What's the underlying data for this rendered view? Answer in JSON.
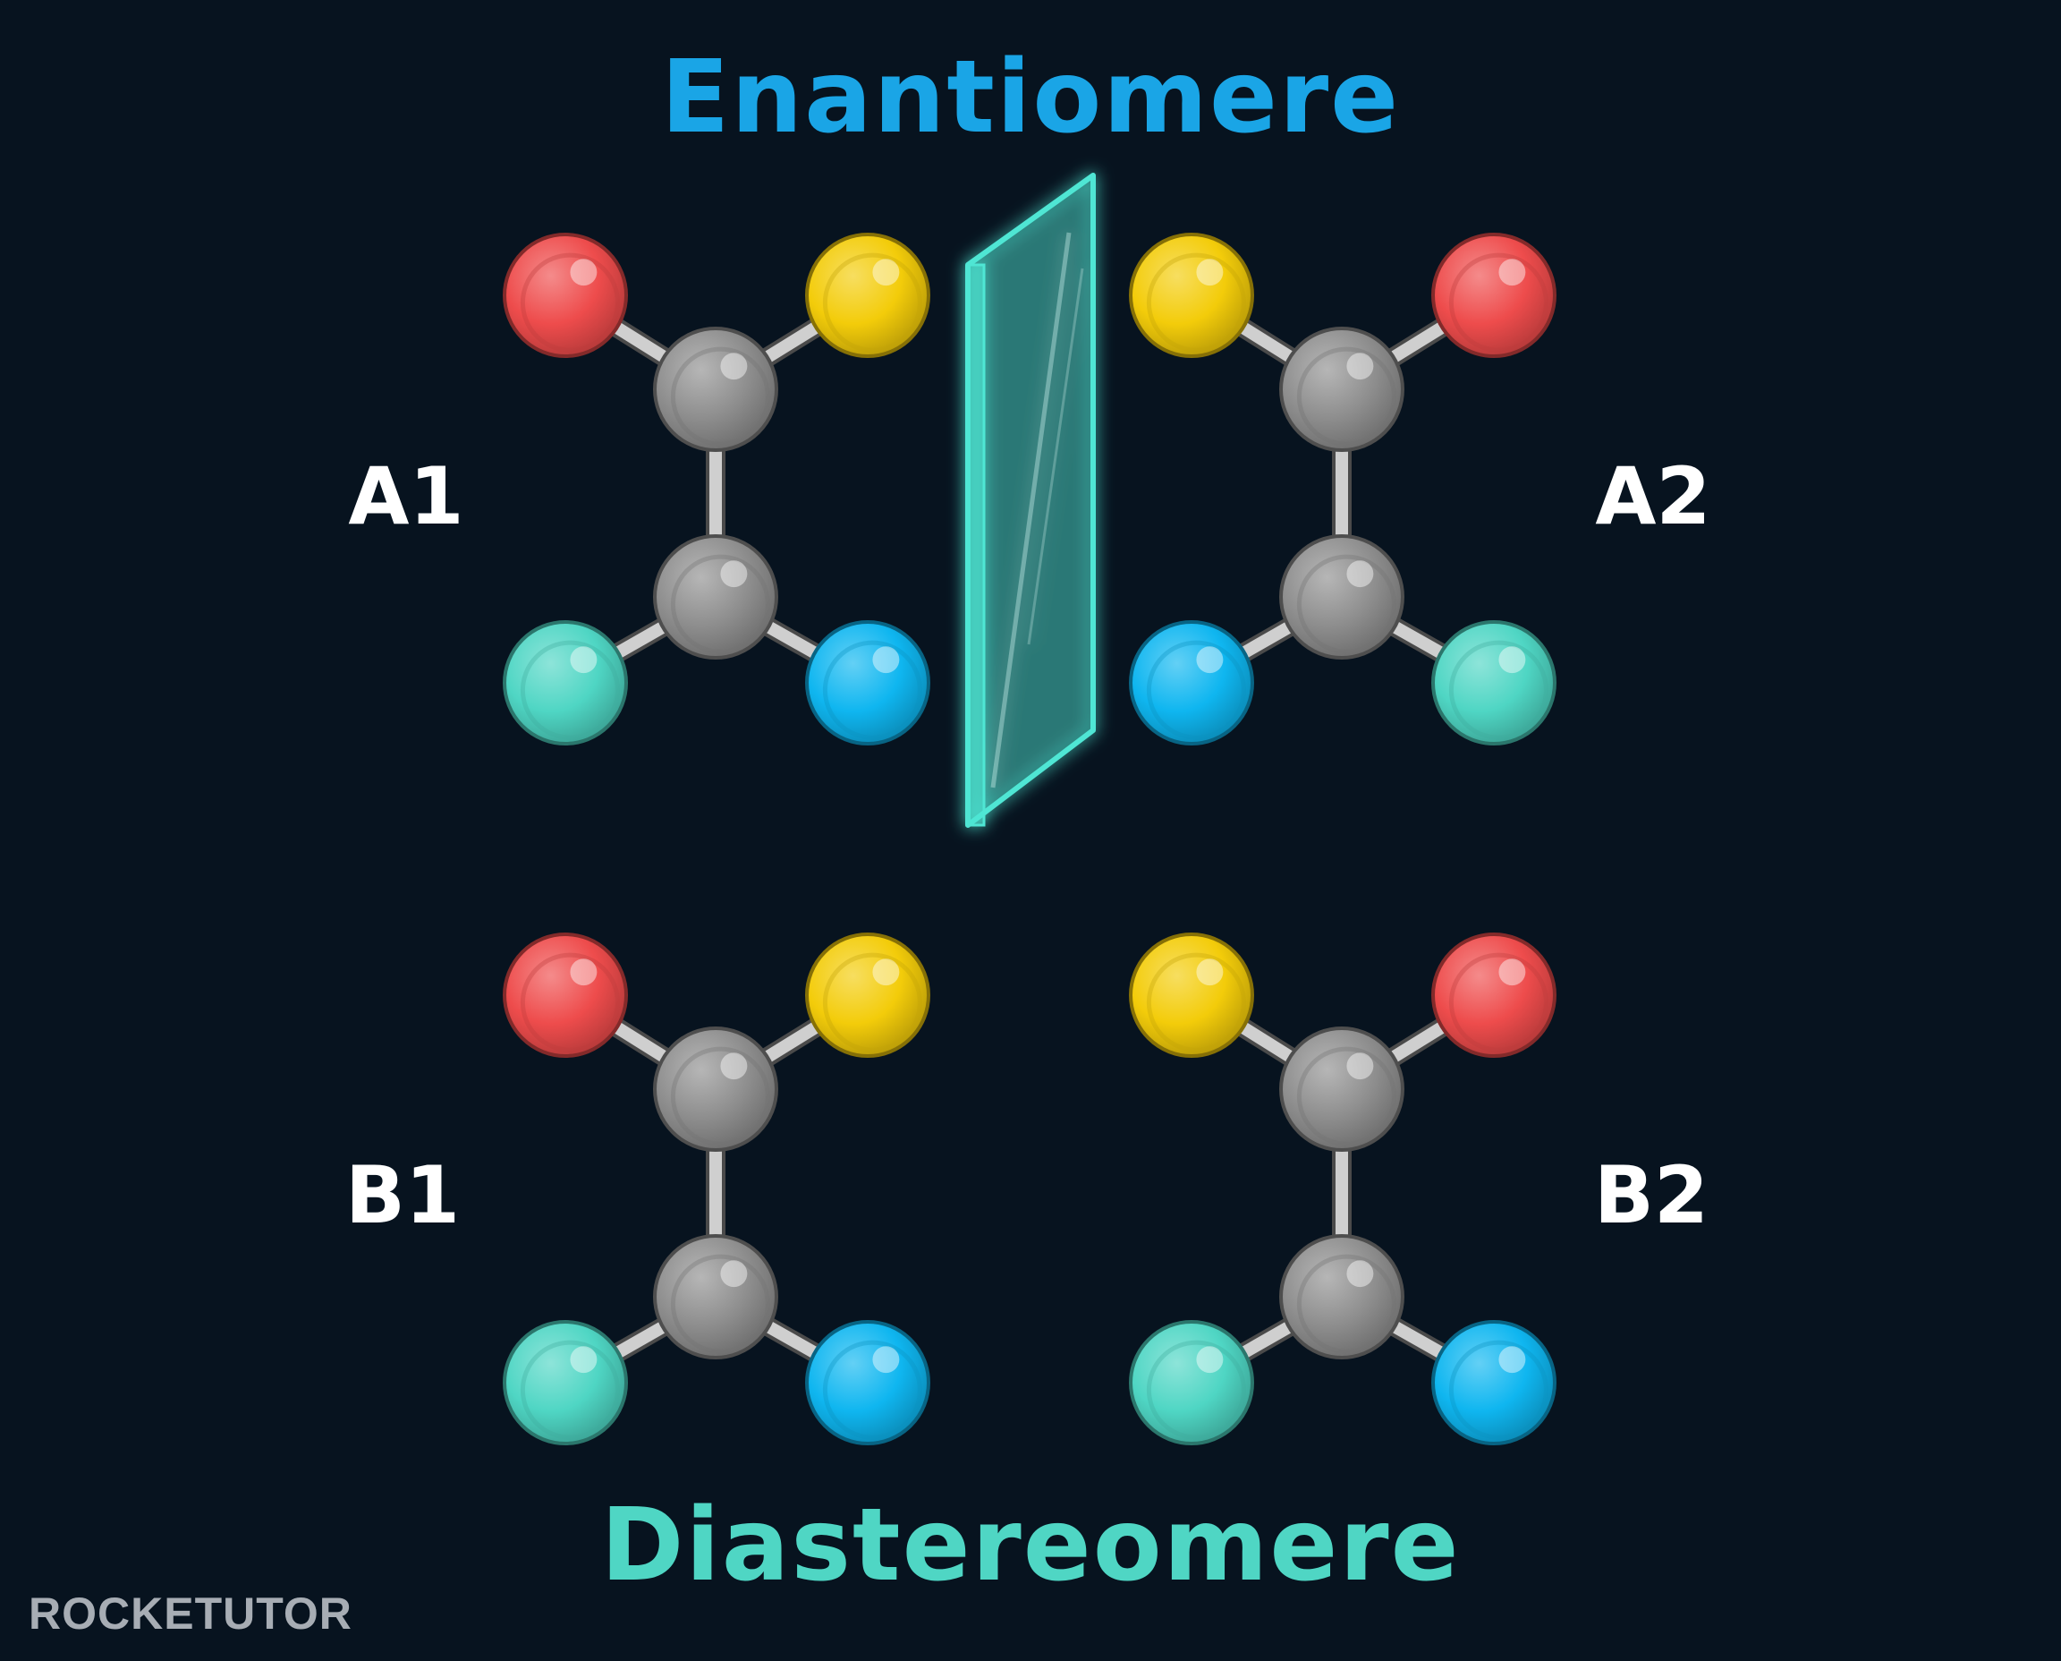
{
  "titles": {
    "top": "Enantiomere",
    "bottom": "Diastereomere"
  },
  "molecules": [
    {
      "id": "a1",
      "label": "A1",
      "mirrored": false,
      "atoms": {
        "top_left": "red",
        "top_right": "yellow",
        "bottom_left": "teal",
        "bottom_right": "blue"
      }
    },
    {
      "id": "a2",
      "label": "A2",
      "mirrored": true,
      "atoms": {
        "top_left": "yellow",
        "top_right": "red",
        "bottom_left": "blue",
        "bottom_right": "teal"
      }
    },
    {
      "id": "b1",
      "label": "B1",
      "mirrored": false,
      "atoms": {
        "top_left": "red",
        "top_right": "yellow",
        "bottom_left": "teal",
        "bottom_right": "blue"
      }
    },
    {
      "id": "b2",
      "label": "B2",
      "mirrored": false,
      "atoms": {
        "top_left": "yellow",
        "top_right": "red",
        "bottom_left": "teal",
        "bottom_right": "blue"
      }
    }
  ],
  "mirror_plane": {
    "shown_between": [
      "A1",
      "A2"
    ]
  },
  "logo": "ROCKETUTOR",
  "colors": {
    "background": "#07131f",
    "title_top": "#1aa5e6",
    "title_bottom": "#4fd6c4",
    "label": "#ffffff",
    "carbon": "#8e8e8e",
    "bond": "#cfcfcf",
    "red": "#ee4c4c",
    "yellow": "#f3cc0a",
    "teal": "#4fd6c4",
    "blue": "#0fb6f0",
    "mirror": "#4fe6d4",
    "logo": "#a7adb4"
  }
}
